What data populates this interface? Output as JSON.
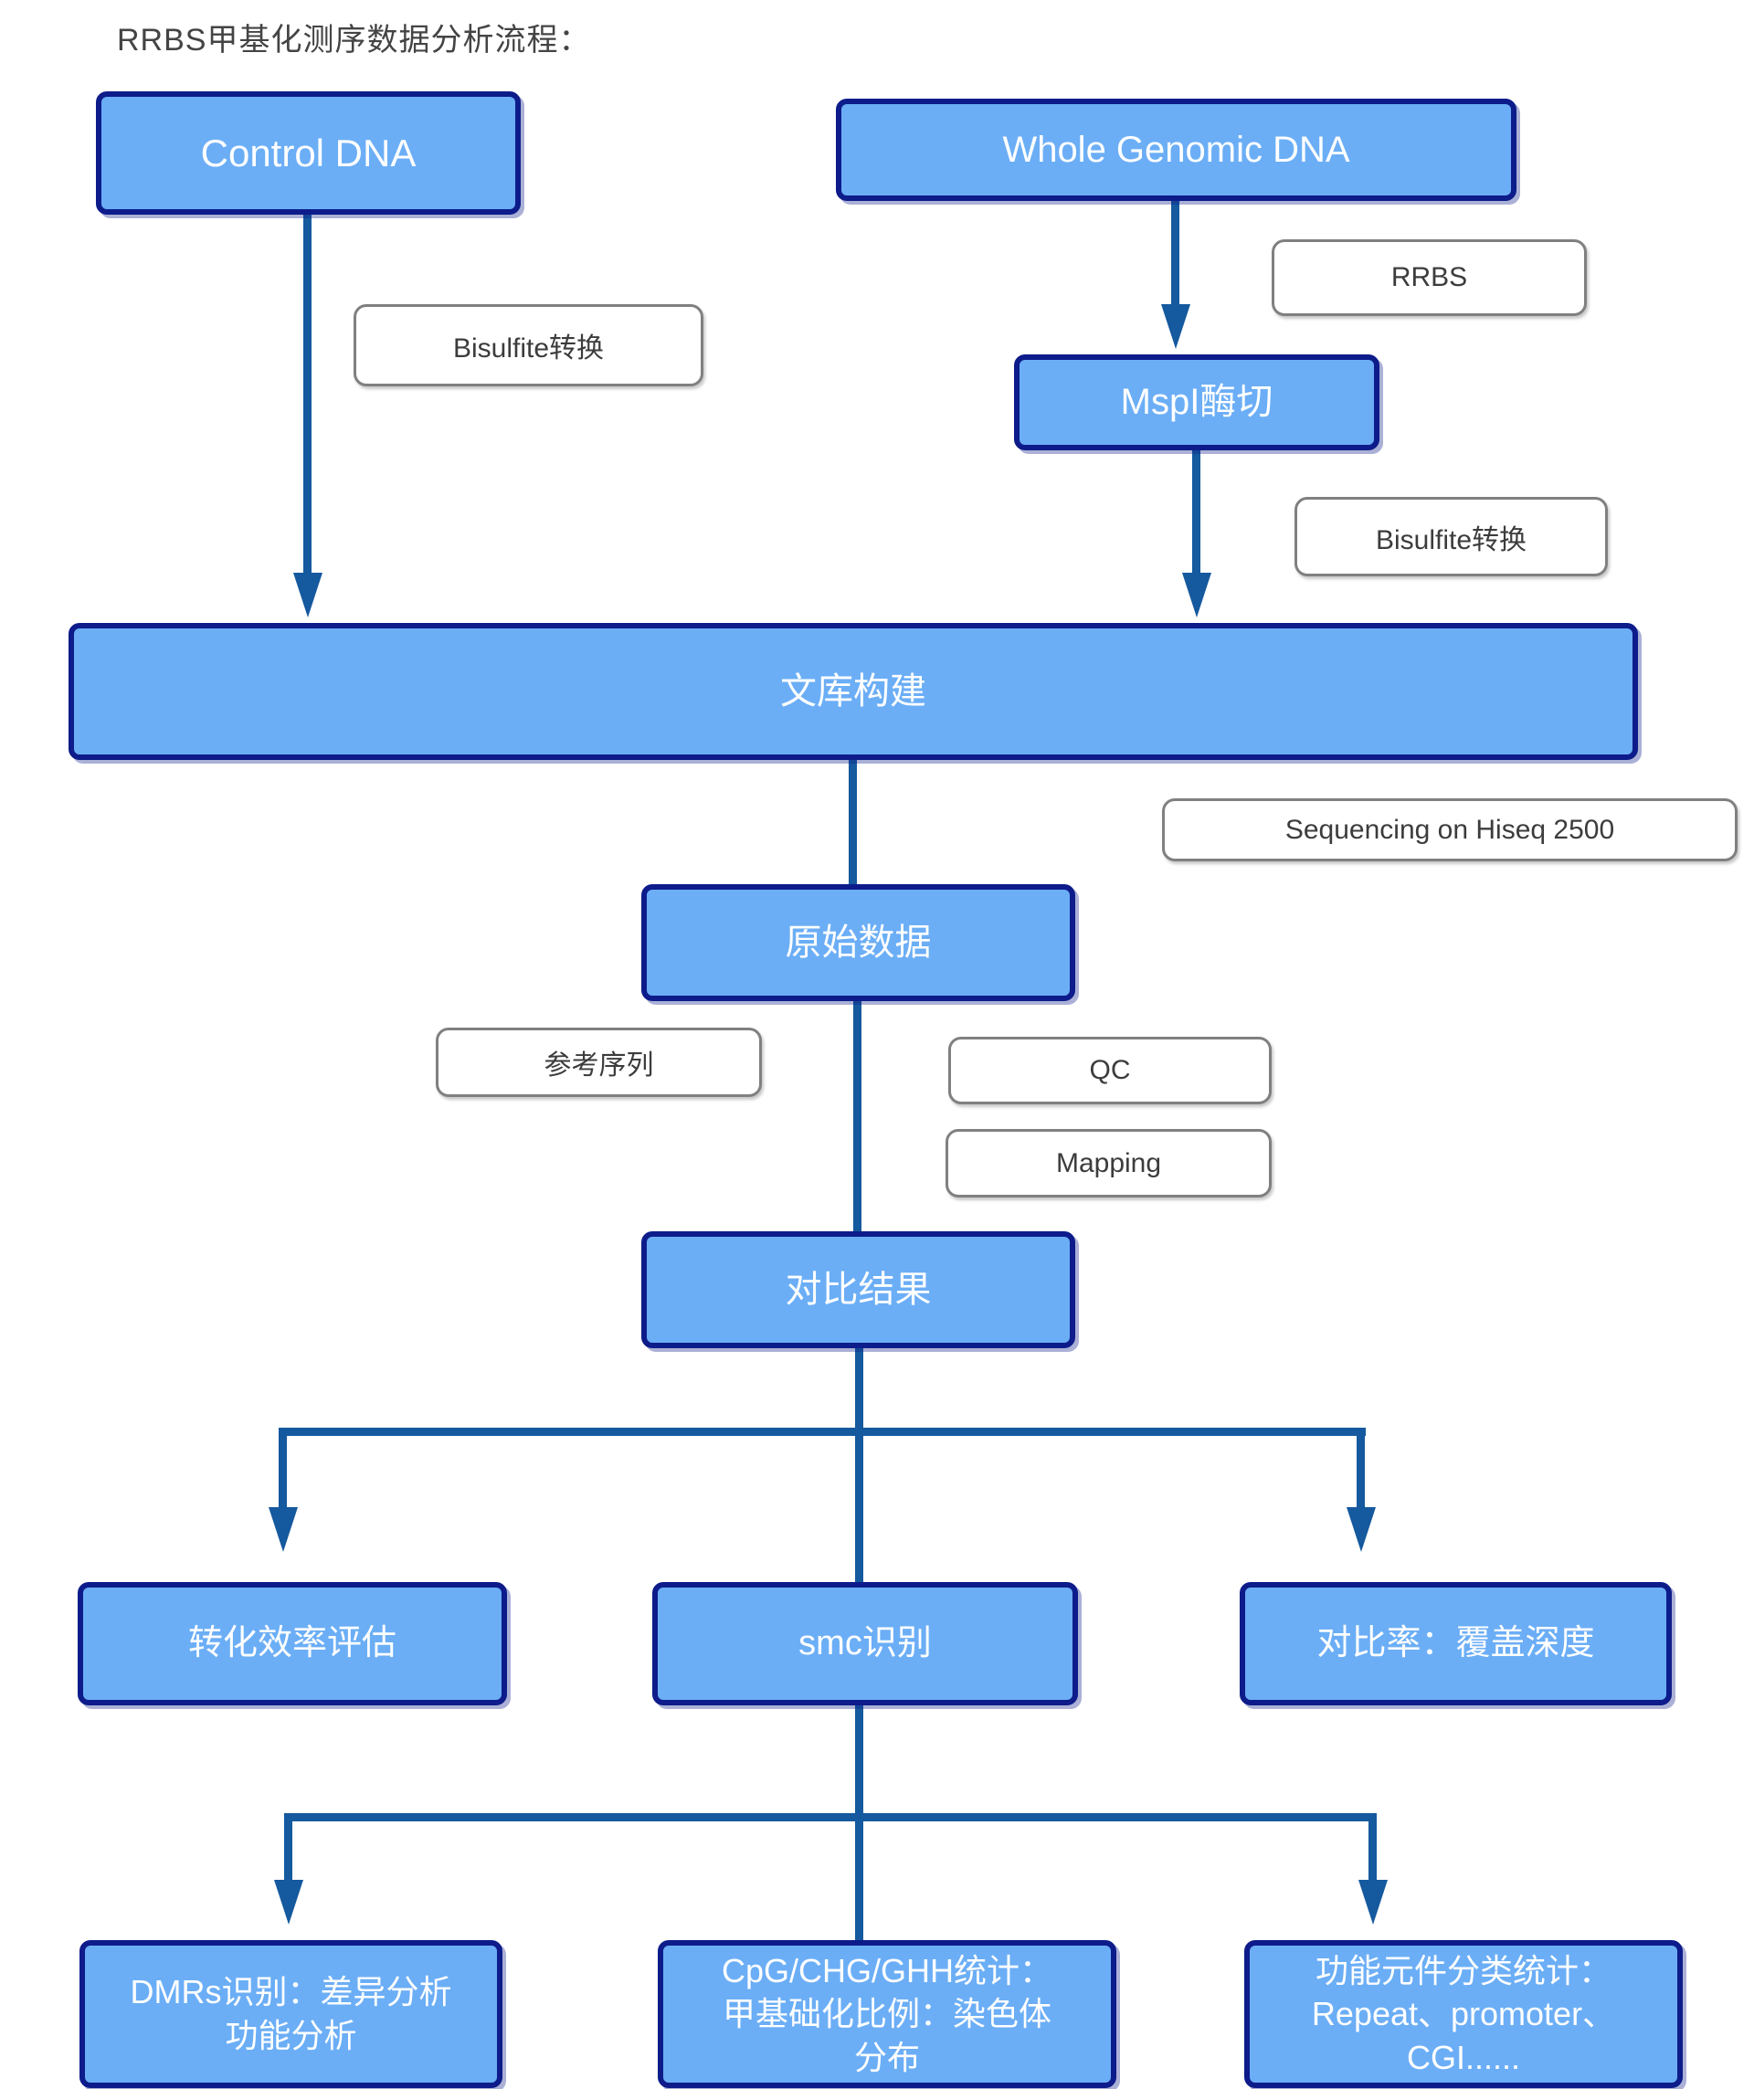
{
  "title": "RRBS甲基化测序数据分析流程：",
  "colors": {
    "node_fill": "#6BAEF6",
    "node_border": "#0D1C8A",
    "node_text": "#FFFFFF",
    "connector": "#15599E",
    "label_border": "#808080",
    "label_text": "#3C3C3C",
    "title_text": "#444444"
  },
  "nodes": {
    "control_dna": {
      "label": "Control DNA"
    },
    "whole_genomic_dna": {
      "label": "Whole Genomic DNA"
    },
    "mspi_digestion": {
      "label": "MspI酶切"
    },
    "library_construction": {
      "label": "文库构建"
    },
    "raw_data": {
      "label": "原始数据"
    },
    "alignment_result": {
      "label": "对比结果"
    },
    "conversion_efficiency": {
      "label": "转化效率评估"
    },
    "smc_identification": {
      "label": "smc识别"
    },
    "mapping_rate_depth": {
      "label": "对比率：覆盖深度"
    },
    "dmrs": {
      "label": "DMRs识别：差异分析\n功能分析"
    },
    "cpg_stats": {
      "label": "CpG/CHG/GHH统计：\n甲基础化比例：染色体\n分布"
    },
    "functional_elements": {
      "label": "功能元件分类统计：\nRepeat、promoter、\nCGI......"
    }
  },
  "labels": {
    "bisulfite_left": "Bisulfite转换",
    "rrbs": "RRBS",
    "bisulfite_right": "Bisulfite转换",
    "sequencing": "Sequencing on Hiseq 2500",
    "reference": "参考序列",
    "qc": "QC",
    "mapping": "Mapping"
  }
}
